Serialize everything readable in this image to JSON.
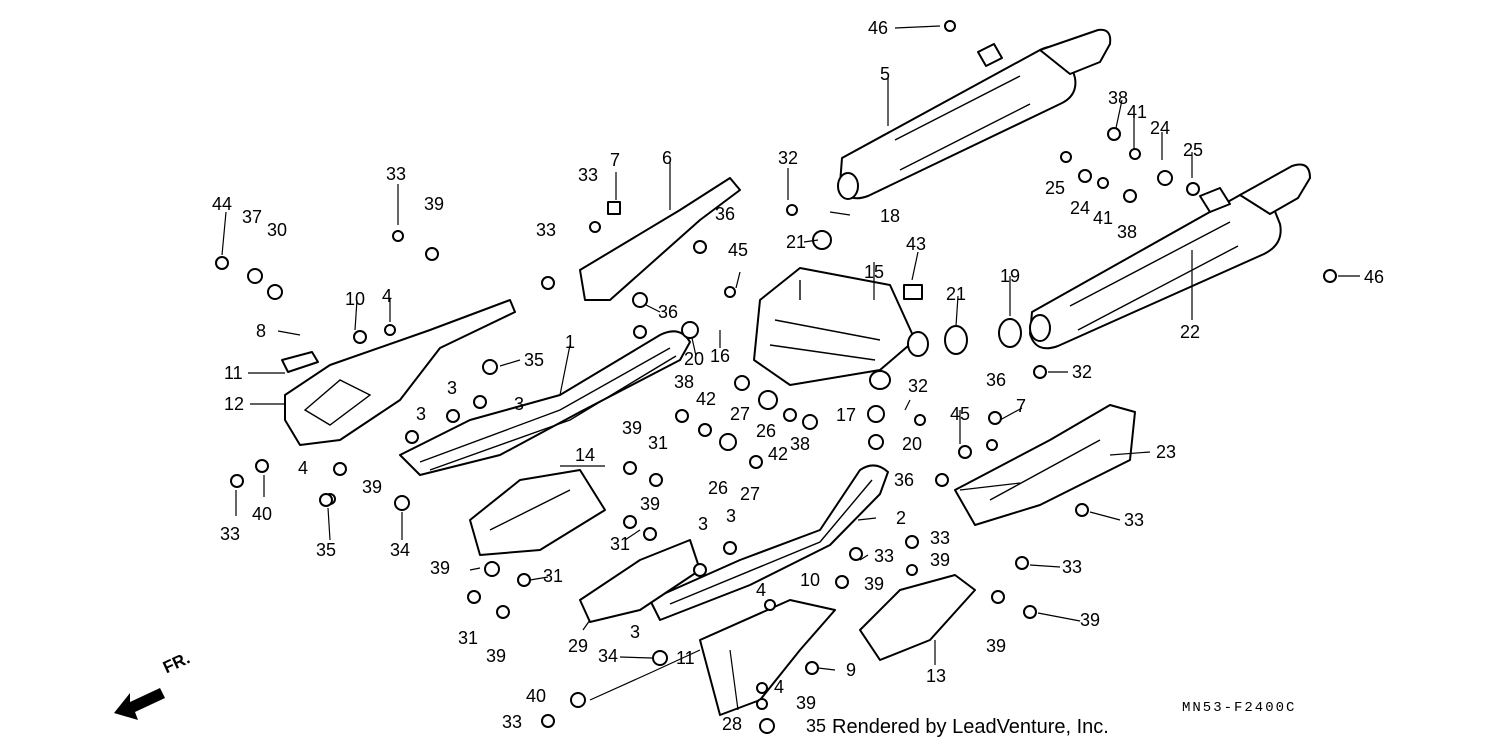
{
  "diagram": {
    "drawing_code": "MN53-F2400C",
    "credit": "Rendered by LeadVenture, Inc.",
    "direction_label": "FR.",
    "callouts": [
      {
        "n": "46"
      },
      {
        "n": "5"
      },
      {
        "n": "38"
      },
      {
        "n": "41"
      },
      {
        "n": "24"
      },
      {
        "n": "25"
      },
      {
        "n": "25"
      },
      {
        "n": "24"
      },
      {
        "n": "41"
      },
      {
        "n": "38"
      },
      {
        "n": "7"
      },
      {
        "n": "6"
      },
      {
        "n": "33"
      },
      {
        "n": "32"
      },
      {
        "n": "18"
      },
      {
        "n": "36"
      },
      {
        "n": "33"
      },
      {
        "n": "39"
      },
      {
        "n": "44"
      },
      {
        "n": "37"
      },
      {
        "n": "30"
      },
      {
        "n": "33"
      },
      {
        "n": "21"
      },
      {
        "n": "43"
      },
      {
        "n": "45"
      },
      {
        "n": "46"
      },
      {
        "n": "15"
      },
      {
        "n": "21"
      },
      {
        "n": "19"
      },
      {
        "n": "32"
      },
      {
        "n": "10"
      },
      {
        "n": "4"
      },
      {
        "n": "36"
      },
      {
        "n": "8"
      },
      {
        "n": "1"
      },
      {
        "n": "20"
      },
      {
        "n": "16"
      },
      {
        "n": "22"
      },
      {
        "n": "11"
      },
      {
        "n": "35"
      },
      {
        "n": "12"
      },
      {
        "n": "3"
      },
      {
        "n": "3"
      },
      {
        "n": "3"
      },
      {
        "n": "38"
      },
      {
        "n": "42"
      },
      {
        "n": "27"
      },
      {
        "n": "26"
      },
      {
        "n": "38"
      },
      {
        "n": "17"
      },
      {
        "n": "32"
      },
      {
        "n": "36"
      },
      {
        "n": "45"
      },
      {
        "n": "7"
      },
      {
        "n": "20"
      },
      {
        "n": "39"
      },
      {
        "n": "31"
      },
      {
        "n": "14"
      },
      {
        "n": "42"
      },
      {
        "n": "23"
      },
      {
        "n": "4"
      },
      {
        "n": "39"
      },
      {
        "n": "26"
      },
      {
        "n": "27"
      },
      {
        "n": "36"
      },
      {
        "n": "33"
      },
      {
        "n": "40"
      },
      {
        "n": "39"
      },
      {
        "n": "2"
      },
      {
        "n": "33"
      },
      {
        "n": "35"
      },
      {
        "n": "34"
      },
      {
        "n": "31"
      },
      {
        "n": "3"
      },
      {
        "n": "3"
      },
      {
        "n": "33"
      },
      {
        "n": "39"
      },
      {
        "n": "39"
      },
      {
        "n": "31"
      },
      {
        "n": "33"
      },
      {
        "n": "39"
      },
      {
        "n": "10"
      },
      {
        "n": "39"
      },
      {
        "n": "4"
      },
      {
        "n": "33"
      },
      {
        "n": "31"
      },
      {
        "n": "39"
      },
      {
        "n": "29"
      },
      {
        "n": "3"
      },
      {
        "n": "39"
      },
      {
        "n": "34"
      },
      {
        "n": "11"
      },
      {
        "n": "9"
      },
      {
        "n": "13"
      },
      {
        "n": "40"
      },
      {
        "n": "4"
      },
      {
        "n": "39"
      },
      {
        "n": "33"
      },
      {
        "n": "28"
      },
      {
        "n": "35"
      }
    ]
  }
}
